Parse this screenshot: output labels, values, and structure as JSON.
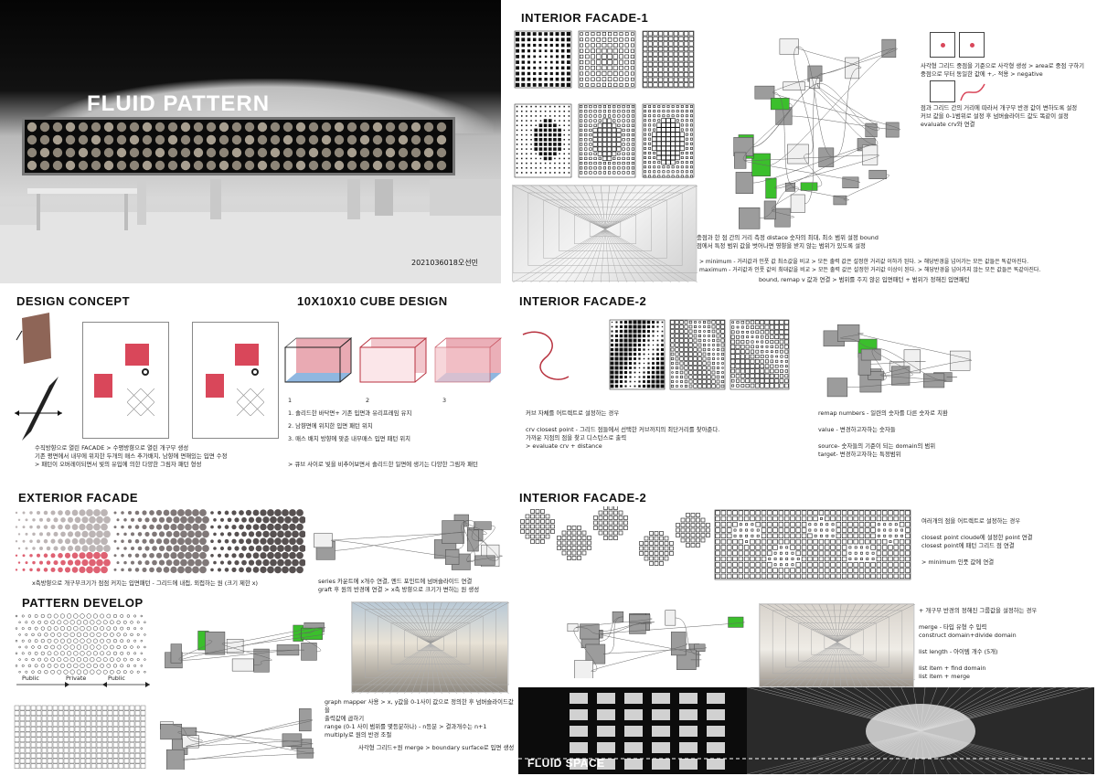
{
  "hero": {
    "title": "FLUID PATTERN",
    "student_id": "2021036018오선민"
  },
  "interior_facade_1": {
    "title": "INTERIOR FACADE-1",
    "note_1": "사각형 그리드 중점을 기준으로 사각형 생성 > area로 중점 구하기\n중점으로 부터 동일한 값에 +,- 적용 > negative",
    "note_2": "점과 그리드 간의 거리에 따라서 개구부 반경 값이 변하도록 설정\n커브 값을 0-1범위로 설정 후 넘버슬라이드 값도 똑같이 설정\nevaluate crv와 연결",
    "note_3": "충점과 한 점 간의 거리 측정 distace 숫자의 최대, 최소 범위 설정 bound\n점에서 특정 범위 값을 벗어나면 영향을 받지 않는 범위가 있도록 설정",
    "note_4": ">    minimum - 거리값과 인풋 값 최소값을 비교 > 모든 출력 값은 설정한 거리값 이하가 된다. > 해당반경을 넘어가는 모든 값들은 똑같아진다.\n      maximum - 거리값과 인풋 값의 최대값을 비교 > 모든 출력 값은 설정한 거리값 이상이 된다. > 해당반경을 넘어가지 않는 모든 값들은 똑같아진다.",
    "note_5": "bound, remap v 값과 연결 >   범위를 주지 않은 입면패턴 + 범위가 정해진 입면패턴"
  },
  "design_concept": {
    "title": "DESIGN CONCEPT",
    "text": "수직방향으로 열린 FACADE > 수평방향으로 열린 개구부 생성\n기존 평면에서 내부에 위치한 두개의 매스 추가배치, 남향에 면해있는 입면 수정\n>    패턴이 오버레이되면서 빛의 유입에 의한 다양한 그림자 패턴 형성"
  },
  "cube_design": {
    "title": "10X10X10 CUBE DESIGN",
    "labels": [
      "1",
      "2",
      "3"
    ],
    "steps": [
      "1.   솔리드한 바닥면+ 기존 입면과 유리프레임 유지",
      "2.   남향면에 위치한 입면 패턴 위치",
      "3.   매스 배치 방향에 맞춘 내부매스 입면 패턴 위치"
    ],
    "note": ">    큐브 사이로 빛을 비추어보면서 솔리드한 일면에 생기는 다양한 그림자 패턴"
  },
  "interior_facade_2a": {
    "title": "INTERIOR FACADE-2",
    "left_text": "커브 자체를 어트렉트로 설정하는 경우\n\ncrv closest point - 그리드 점들에서 선택한 커브까지의 최단거리를 찾아준다.\n                         가까운 지점의 점을 찾고 디스턴스로 출력\n            >   evaluate crv + distance",
    "right_text": "remap numbers - 일련의 숫자를 다른 숫자로 치환\n\n              value - 변경하고자하는 숫자들\n\n              source- 숫자들의 기준이 되는 domain의 범위\n              target- 변경하고자하는 특정범위"
  },
  "exterior_facade": {
    "title": "EXTERIOR FACADE",
    "left_text": "x축방향으로 개구부크기가 점점 커지는 입면패턴 - 그리드에 내접, 외접하는 원 (크기 제한 x)",
    "right_text": "series 카운트에 x개수 연결, 엔드 포인트에 넘버슬라이드 연결\ngraft 후 원의 반경에 연결 > x축 방향으로 크기가 변하는 원 생성"
  },
  "pattern_develop": {
    "title": "PATTERN DEVELOP",
    "axis_labels": [
      "Public",
      "Private",
      "Public"
    ],
    "text_1": "graph mapper 사용 > x, y값을 0-1사이 값으로 정의한 후 넘버슬라이드값을\n출력값에 곱하기\nrange (0-1 사이 범위를 몇등분하나) - n등분 > 결과개수는 n+1\nmultiply로 원의 반경 조절",
    "text_2": "사각형 그리드+원 merge > boundary surface로 입면 생성"
  },
  "interior_facade_2b": {
    "title": "INTERIOR FACADE-2",
    "text_1": "여러개의 점을 어트렉트로 설정하는 경우\n\n      closest point cloude에 설정한 point 연결\n      closest point에 패턴 그리드 점 연결\n\n           >   minimum 인풋 값에 연결",
    "text_2": "+    개구부 반경의 정해진 그룹값을 설정하는 경우\n\n      merge - 타입 유형 수 입력\n      construct domain+divide domain\n\n      list length - 아이템 개수 (5개)\n\n      list item + find domain\n      list item + merge"
  },
  "fluid_space": {
    "title": "FLUID SPACE"
  },
  "icons": [
    "arrow-icon",
    "left-right-arrow-icon",
    "close-icon"
  ],
  "colors": {
    "accent_red": "#d9475a",
    "node_green": "#3bbf2c",
    "node_grey": "#9c9c9c",
    "cube_blue": "#8fb7e0"
  }
}
